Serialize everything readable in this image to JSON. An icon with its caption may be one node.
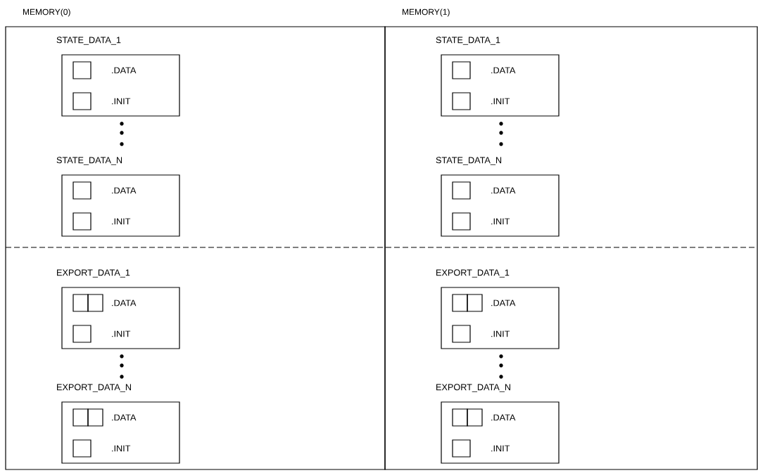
{
  "diagram": {
    "nodes": [
      {
        "text": [
          "MEMORY(0)"
        ]
      },
      {
        "text": [
          "STATE_DATA_1",
          ".DATA",
          ".INIT"
        ],
        "in": 0
      },
      {
        "text": [],
        "shape": "box",
        "in": 1
      },
      {
        "text": [],
        "shape": "box",
        "in": 1
      },
      {
        "text": [
          "STATE_DATA_N",
          ".DATA",
          ".INIT"
        ],
        "in": 0
      },
      {
        "text": [],
        "shape": "box",
        "in": 4
      },
      {
        "text": [],
        "shape": "box",
        "in": 4
      },
      {
        "text": [
          "EXPORT_DATA_1",
          ".DATA",
          ".INIT"
        ],
        "in": 0
      },
      {
        "text": [],
        "shape": "box",
        "in": 7
      },
      {
        "text": [],
        "shape": "box",
        "in": 7
      },
      {
        "text": [],
        "shape": "box",
        "in": 7
      },
      {
        "text": [
          "EXPORT_DATA_N",
          ".DATA",
          ".INIT"
        ],
        "in": 0
      },
      {
        "text": [],
        "shape": "box",
        "in": 11
      },
      {
        "text": [],
        "shape": "box",
        "in": 11
      },
      {
        "text": [],
        "shape": "box",
        "in": 11
      },
      {
        "text": [
          "MEMORY(1)"
        ]
      },
      {
        "text": [
          "STATE_DATA_1",
          ".DATA",
          ".INIT"
        ],
        "in": 15
      },
      {
        "text": [],
        "shape": "box",
        "in": 16
      },
      {
        "text": [],
        "shape": "box",
        "in": 16
      },
      {
        "text": [
          "STATE_DATA_N",
          ".DATA",
          ".INIT"
        ],
        "in": 15
      },
      {
        "text": [],
        "shape": "box",
        "in": 19
      },
      {
        "text": [],
        "shape": "box",
        "in": 19
      },
      {
        "text": [
          "EXPORT_DATA_1",
          ".DATA",
          ".INIT"
        ],
        "in": 15
      },
      {
        "text": [],
        "shape": "box",
        "in": 22
      },
      {
        "text": [],
        "shape": "box",
        "in": 22
      },
      {
        "text": [],
        "shape": "box",
        "in": 22
      },
      {
        "text": [
          "EXPORT_DATA_N",
          ".DATA",
          ".INIT"
        ],
        "in": 15
      },
      {
        "text": [],
        "shape": "box",
        "in": 26
      },
      {
        "text": [],
        "shape": "box",
        "in": 26
      },
      {
        "text": [],
        "shape": "box",
        "in": 26
      }
    ]
  }
}
